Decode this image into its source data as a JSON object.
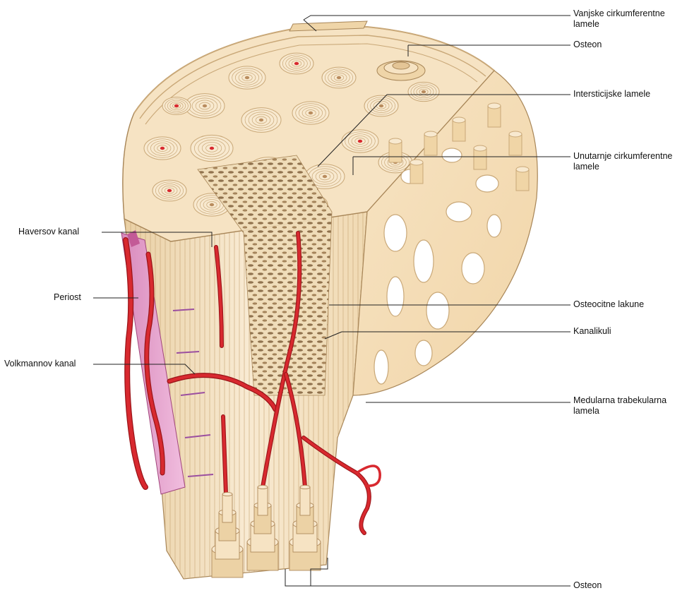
{
  "colors": {
    "bone_light": "#f8e9cf",
    "bone_mid": "#edd3a8",
    "bone_line": "#c9a878",
    "bone_dark": "#b08a5c",
    "artery": "#d8292f",
    "artery_dark": "#9a1418",
    "periosteum": "#e8a6cf",
    "periosteum_dark": "#b0578f",
    "lacunae": "#8a6a44",
    "leader": "#222222"
  },
  "labels": {
    "outer_circumferential": "Vanjske cirkumferentne lamele",
    "osteon_top": "Osteon",
    "interstitial": "Intersticijske lamele",
    "inner_circumferential": "Unutarnje cirkumferentne lamele",
    "haversian_canal": "Haversov kanal",
    "periosteum": "Periost",
    "volkmann_canal": "Volkmannov kanal",
    "osteocyte_lacunae": "Osteocitne lakune",
    "canaliculi": "Kanalikuli",
    "trabecular": "Medularna trabekularna lamela",
    "osteon_bottom": "Osteon"
  }
}
